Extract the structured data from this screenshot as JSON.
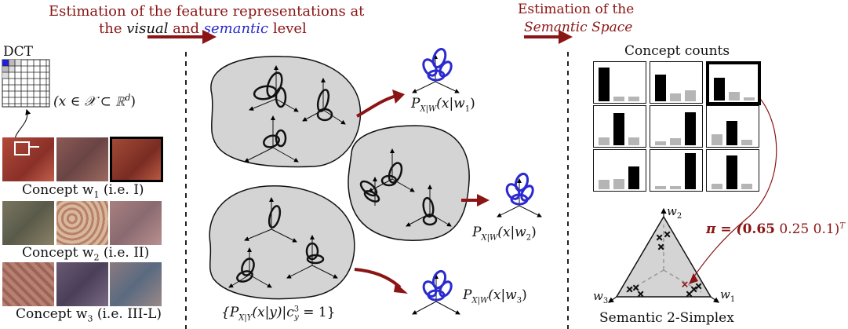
{
  "headings": {
    "left_line1": "Estimation of the feature representations at",
    "left_line2_pre": "the ",
    "left_line2_visual": "visual",
    "left_line2_mid": " and ",
    "left_line2_semantic": "semantic",
    "left_line2_post": " level",
    "right_line1": "Estimation of the",
    "right_line2": "Semantic Space"
  },
  "dct": {
    "label": "DCT",
    "formula": "(x ∈ 𝒳 ⊂ ℝ",
    "formula_sup": "d",
    "formula_close": ")"
  },
  "concepts": [
    {
      "label": "Concept w",
      "sub": "1",
      "suffix": " (i.e. I)"
    },
    {
      "label": "Concept w",
      "sub": "2",
      "suffix": " (i.e. II)"
    },
    {
      "label": "Concept w",
      "sub": "3",
      "suffix": " (i.e. III-L)"
    }
  ],
  "middle": {
    "class_label": "{P",
    "class_label_sub": "X|Y",
    "class_label_rest": "(x|y)|c",
    "class_label_sup": "3",
    "class_label_sub2": "y",
    "class_label_end": " = 1}"
  },
  "densities": [
    {
      "pre": "P",
      "sub": "X|W",
      "body": "(x|w",
      "idx": "1",
      "end": ")"
    },
    {
      "pre": "P",
      "sub": "X|W",
      "body": "(x|w",
      "idx": "2",
      "end": ")"
    },
    {
      "pre": "P",
      "sub": "X|W",
      "body": "(x|w",
      "idx": "3",
      "end": ")"
    }
  ],
  "counts": {
    "title": "Concept counts",
    "grid": [
      [
        0.9,
        0.12,
        0.12
      ],
      [
        0.7,
        0.2,
        0.3
      ],
      [
        0.65,
        0.25,
        0.1
      ],
      [
        0.2,
        0.85,
        0.2
      ],
      [
        0.1,
        0.18,
        0.88
      ],
      [
        0.3,
        0.65,
        0.15
      ],
      [
        0.25,
        0.28,
        0.6
      ],
      [
        0.08,
        0.08,
        0.95
      ],
      [
        0.15,
        0.9,
        0.15
      ]
    ],
    "selected_index": 2
  },
  "pi": {
    "pre": "π = (",
    "bold": "0.65",
    "rest": " 0.25 0.1)",
    "sup": "T"
  },
  "simplex": {
    "title": "Semantic 2-Simplex",
    "w1": "w",
    "w1_sub": "1",
    "w2": "w",
    "w2_sub": "2",
    "w3": "w",
    "w3_sub": "3"
  },
  "colors": {
    "dark_red": "#8b1414",
    "blue": "#2a2ad0",
    "blob_gray": "#d4d4d4",
    "bar_black": "#000000",
    "bar_gray": "#b5b5b5"
  }
}
